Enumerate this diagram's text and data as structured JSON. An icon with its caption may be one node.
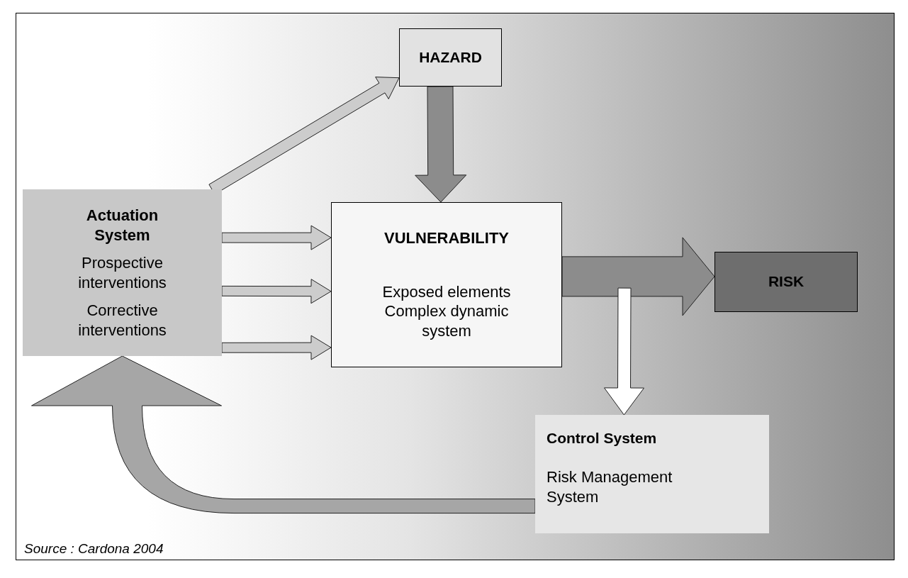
{
  "diagram": {
    "caption": "Source : Cardona 2004",
    "nodes": [
      {
        "text": [
          "HAZARD"
        ]
      },
      {
        "text": [
          "Actuation System",
          "Prospective interventions",
          "Corrective interventions"
        ]
      },
      {
        "text": [
          "VULNERABILITY",
          "Exposed elements Complex dynamic system"
        ]
      },
      {
        "text": [
          "RISK"
        ]
      },
      {
        "text": [
          "Control System",
          "Risk Management System"
        ]
      }
    ],
    "edges": [
      {
        "from": 1,
        "to": 0,
        "arrow": "to"
      },
      {
        "from": 0,
        "to": 2,
        "arrow": "to",
        "color": "#8c8c8c"
      },
      {
        "from": 1,
        "to": 2,
        "arrow": "to"
      },
      {
        "from": 1,
        "to": 2,
        "arrow": "to"
      },
      {
        "from": 1,
        "to": 2,
        "arrow": "to"
      },
      {
        "from": 2,
        "to": 3,
        "arrow": "to",
        "color": "#8c8c8c"
      },
      {
        "from": 2,
        "to": 4,
        "arrow": "to",
        "color": "#ffffff"
      },
      {
        "from": 4,
        "to": 1,
        "arrow": "to",
        "color": "#a6a6a6"
      }
    ]
  }
}
